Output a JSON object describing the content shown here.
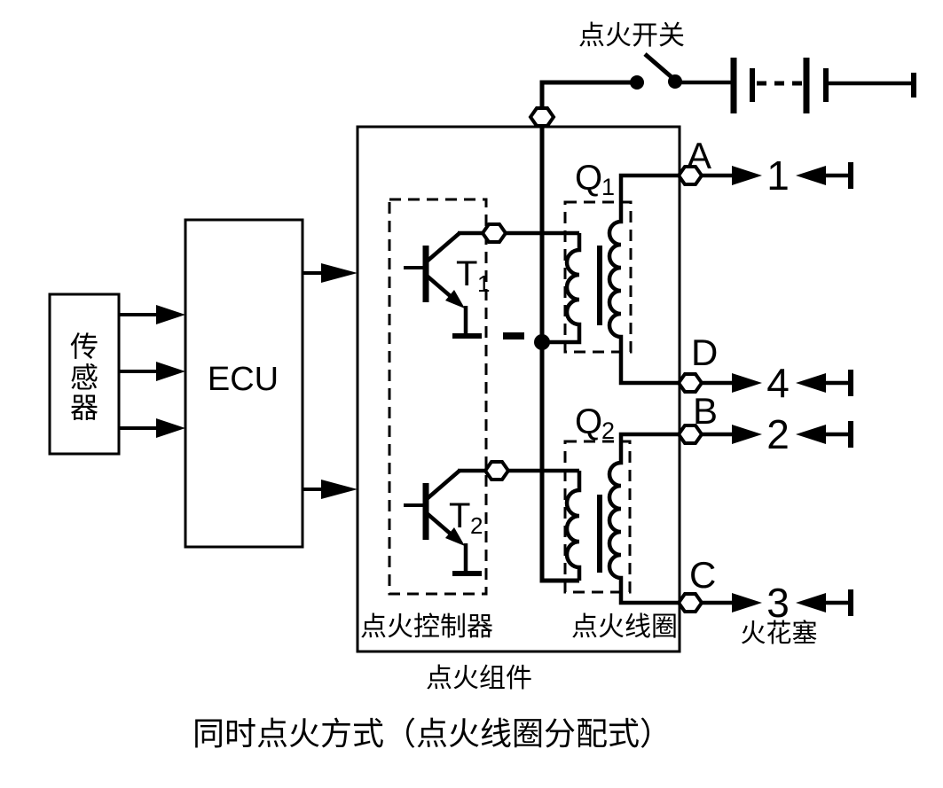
{
  "diagram": {
    "title": "同时点火方式（点火线圈分配式）",
    "ignition_switch_label": "点火开关",
    "sensor_label_chars": [
      "传",
      "感",
      "器"
    ],
    "ecu_label": "ECU",
    "controller_label": "点火控制器",
    "coil_label": "点火线圈",
    "assembly_label": "点火组件",
    "spark_plug_label": "火花塞",
    "transistors": [
      {
        "main": "T",
        "sub": "1"
      },
      {
        "main": "T",
        "sub": "2"
      }
    ],
    "coils": [
      {
        "main": "Q",
        "sub": "1"
      },
      {
        "main": "Q",
        "sub": "2"
      }
    ],
    "terminals": [
      {
        "letter": "A",
        "cylinder": "1"
      },
      {
        "letter": "D",
        "cylinder": "4"
      },
      {
        "letter": "B",
        "cylinder": "2"
      },
      {
        "letter": "C",
        "cylinder": "3"
      }
    ],
    "colors": {
      "line": "#000000",
      "background": "#ffffff"
    }
  }
}
